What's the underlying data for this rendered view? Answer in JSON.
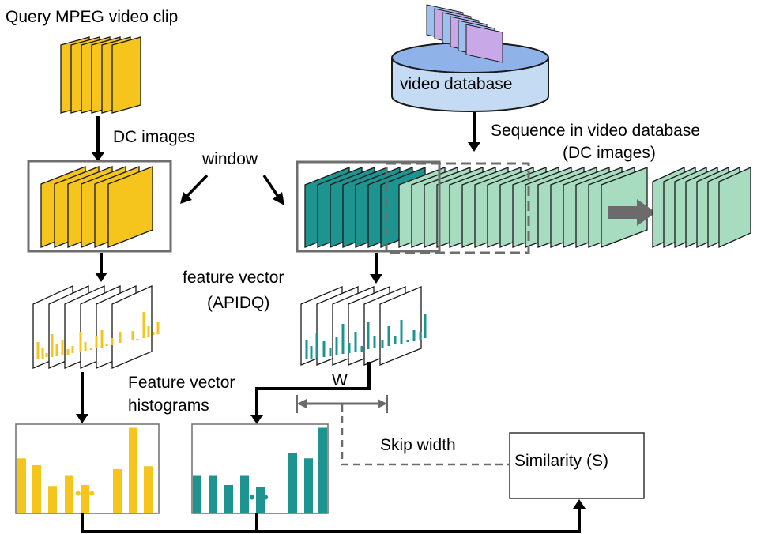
{
  "labels": {
    "query_clip": "Query MPEG video clip",
    "dc_images": "DC images",
    "window": "window",
    "video_database": "video database",
    "sequence_line1": "Sequence in video database",
    "sequence_line2": "(DC images)",
    "feature_vector_line1": "feature vector",
    "feature_vector_line2": "(APIDQ)",
    "histograms_line1": "Feature vector",
    "histograms_line2": "histograms",
    "w": "W",
    "skip_width": "Skip width",
    "similarity": "Similarity (S)",
    "dots": "•••"
  },
  "colors": {
    "query_yellow": "#F5C51E",
    "db_teal": "#1E9490",
    "db_light_green": "#A8DCC0",
    "frame_border": "#1a1a1a",
    "window_border": "#6e6e6e",
    "db_cylinder_top": "#8fb3e8",
    "db_cylinder_body": "#c5dbf3",
    "arrow": "#000000",
    "gray_arrow": "#6b6b6b"
  },
  "histograms": {
    "query": [
      0.55,
      0.48,
      0.27,
      0.38,
      0.28,
      0.44,
      0.86,
      0.47
    ],
    "database": [
      0.38,
      0.38,
      0.28,
      0.38,
      0.26,
      0.6,
      0.55,
      0.86
    ]
  }
}
